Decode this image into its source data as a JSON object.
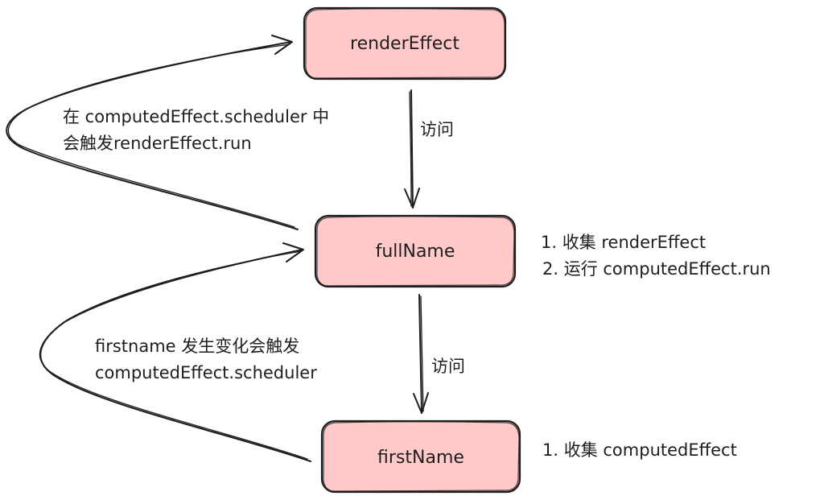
{
  "diagram": {
    "nodes": {
      "render_effect": "renderEffect",
      "full_name": "fullName",
      "first_name": "firstName"
    },
    "edges": {
      "render_to_fullname": "访问",
      "fullname_to_firstname": "访问"
    },
    "annotations": {
      "top_left_line1": "在 computedEffect.scheduler 中",
      "top_left_line2": "会触发renderEffect.run",
      "bottom_left_line1": "firstname 发生变化会触发",
      "bottom_left_line2": "computedEffect.scheduler"
    },
    "notes": {
      "fullname_1": "1.  收集 renderEffect",
      "fullname_2": "2. 运行 computedEffect.run",
      "firstname_1": "1.  收集 computedEffect"
    },
    "colors": {
      "node_fill": "#ffc9c9",
      "stroke": "#1e1e1e"
    }
  }
}
